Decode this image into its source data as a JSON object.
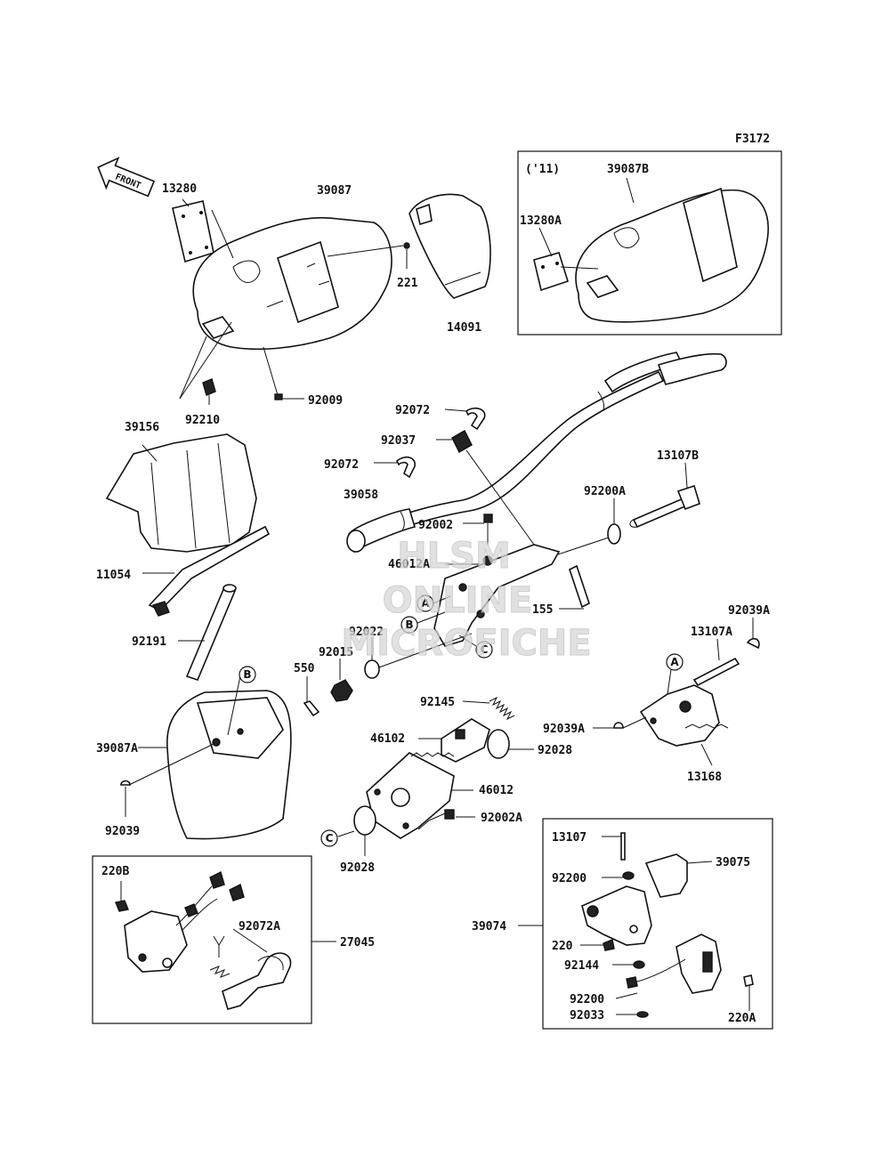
{
  "figure_code": "F3172",
  "front_arrow_label": "FRONT",
  "inset_year_label": "('11)",
  "callouts": [
    "A",
    "B",
    "C"
  ],
  "watermark": [
    "HLSM",
    "ONLINE",
    "MICROFICHE"
  ],
  "parts": {
    "p13280": "13280",
    "p39087": "39087",
    "p221": "221",
    "p14091": "14091",
    "p92210": "92210",
    "p92009": "92009",
    "p39087B": "39087B",
    "p13280A": "13280A",
    "p92072a": "92072",
    "p92037": "92037",
    "p92072b": "92072",
    "p39156": "39156",
    "p13107B": "13107B",
    "p39058": "39058",
    "p92200A": "92200A",
    "p92002": "92002",
    "p46012A": "46012A",
    "p11054": "11054",
    "p155": "155",
    "p92022": "92022",
    "p92039A_1": "92039A",
    "p13107A": "13107A",
    "p92191": "92191",
    "p92015": "92015",
    "p550": "550",
    "p92145": "92145",
    "p39087A": "39087A",
    "p46102": "46102",
    "p92028a": "92028",
    "p92039A_2": "92039A",
    "p46012": "46012",
    "p13168": "13168",
    "p92039": "92039",
    "p92002A": "92002A",
    "p92028b": "92028",
    "p13107": "13107",
    "p39075": "39075",
    "p220B": "220B",
    "p92200a": "92200",
    "p92072A": "92072A",
    "p27045": "27045",
    "p39074": "39074",
    "p220": "220",
    "p92144": "92144",
    "p92200b": "92200",
    "p92033": "92033",
    "p220A": "220A"
  }
}
